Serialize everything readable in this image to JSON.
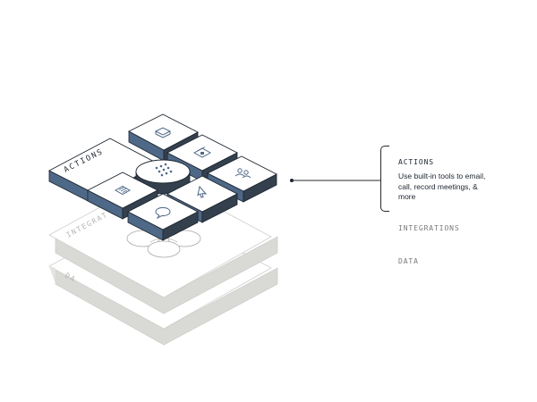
{
  "diagram": {
    "layers": [
      {
        "id": "data",
        "label": "DATA",
        "visible_label": "DA"
      },
      {
        "id": "integrations",
        "label": "INTEGRATIONS",
        "visible_label": "INTEGRAT"
      }
    ],
    "actions_tile_label": "ACTIONS",
    "tile_icons": [
      "book-icon",
      "browser-window-icon",
      "people-icon",
      "grid-dots-icon",
      "document-icon",
      "cursor-icon",
      "chat-bubble-icon"
    ]
  },
  "legend": {
    "items": [
      {
        "title": "ACTIONS",
        "description": "Use built-in tools to email, call, record meetings, & more",
        "active": true
      },
      {
        "title": "INTEGRATIONS",
        "active": false
      },
      {
        "title": "DATA",
        "active": false
      }
    ]
  },
  "colors": {
    "tile_side": "#4e6887",
    "tile_side_dark": "#34404d",
    "tile_top": "#ffffff",
    "outline": "#1c2530",
    "layer_side": "#d9d9d6",
    "layer_top": "#ffffff",
    "layer_outline": "#cfcfcc"
  }
}
